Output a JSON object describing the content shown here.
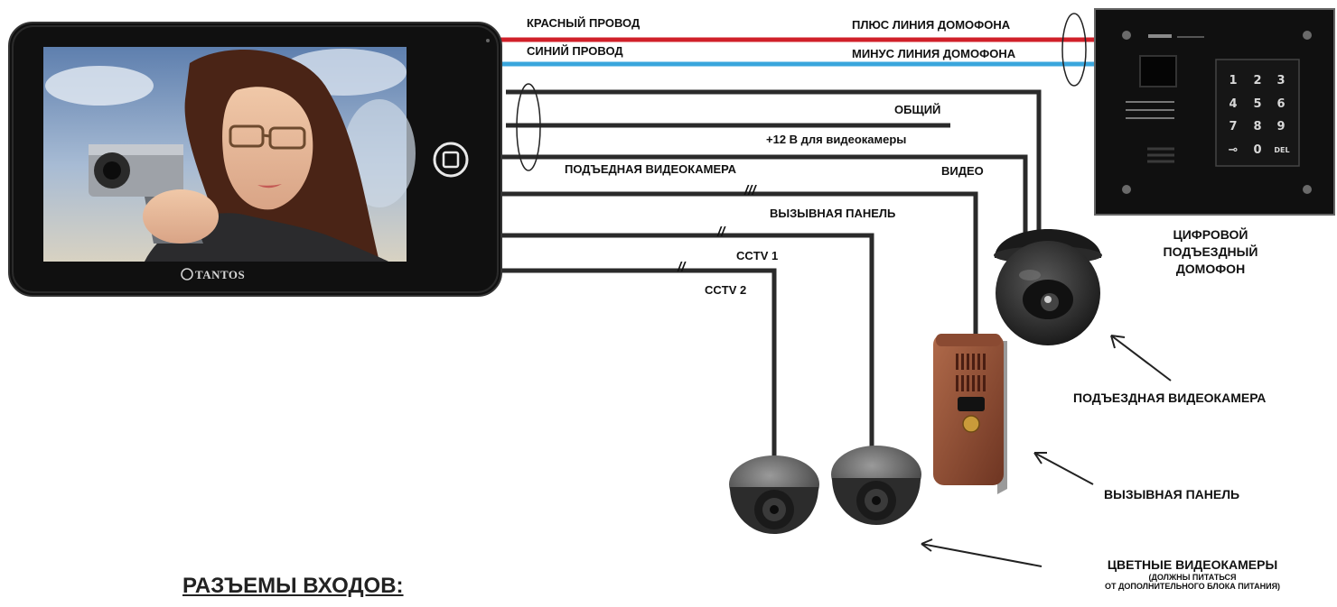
{
  "wires": {
    "red_wire": "КРАСНЫЙ  ПРОВОД",
    "blue_wire": "СИНИЙ  ПРОВОД",
    "plus_line": "ПЛЮС  ЛИНИЯ ДОМОФОНА",
    "minus_line": "МИНУС ЛИНИЯ ДОМОФОНА",
    "common": "ОБЩИЙ",
    "power_12v": "+12 В для видеокамеры",
    "entrance_camera_wire": "ПОДЪЕДНАЯ ВИДЕОКАМЕРА",
    "video": "ВИДЕО",
    "call_panel_wire": "ВЫЗЫВНАЯ ПАНЕЛЬ",
    "cctv1": "CCTV 1",
    "cctv2": "CCTV 2",
    "slash3": "///",
    "slash2a": "//",
    "slash2b": "//"
  },
  "colors": {
    "red": "#d0202a",
    "blue": "#3aa6dc",
    "wire": "#2a2a2a"
  },
  "monitor": {
    "brand": "TANTOS"
  },
  "intercom": {
    "keys": [
      "1",
      "2",
      "3",
      "4",
      "5",
      "6",
      "7",
      "8",
      "9",
      "⊸",
      "0",
      "DEL"
    ],
    "caption": [
      "ЦИФРОВОЙ",
      "ПОДЪЕЗДНЫЙ",
      "ДОМОФОН"
    ]
  },
  "labels": {
    "entrance_camera": "ПОДЪЕЗДНАЯ ВИДЕОКАМЕРА",
    "call_panel": "ВЫЗЫВНАЯ ПАНЕЛЬ",
    "color_cameras": "ЦВЕТНЫЕ ВИДЕОКАМЕРЫ",
    "color_cameras_note1": "(ДОЛЖНЫ ПИТАТЬСЯ",
    "color_cameras_note2": "ОТ ДОПОЛНИТЕЛЬНОГО БЛОКА ПИТАНИЯ)"
  },
  "section_title": "РАЗЪЕМЫ ВХОДОВ:"
}
